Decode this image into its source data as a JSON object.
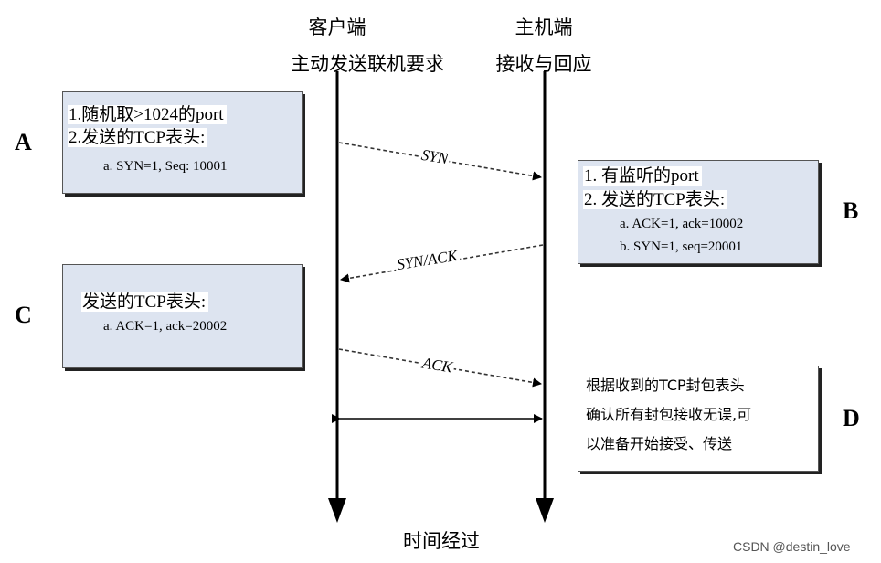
{
  "headers": {
    "client_title": "客户端",
    "client_subtitle": "主动发送联机要求",
    "host_title": "主机端",
    "host_subtitle": "接收与回应"
  },
  "steps": {
    "A": {
      "letter": "A",
      "lines": [
        "1.随机取>1024的port",
        "2.发送的TCP表头:"
      ],
      "detail": [
        "a. SYN=1, Seq: 10001"
      ]
    },
    "B": {
      "letter": "B",
      "lines": [
        "1. 有监听的port",
        "2. 发送的TCP表头:"
      ],
      "detail": [
        "a. ACK=1, ack=10002",
        "b. SYN=1, seq=20001"
      ]
    },
    "C": {
      "letter": "C",
      "lines": [
        "发送的TCP表头:"
      ],
      "detail": [
        "a. ACK=1, ack=20002"
      ]
    },
    "D": {
      "letter": "D",
      "lines": [
        "根据收到的TCP封包表头",
        "确认所有封包接收无误,可",
        "以准备开始接受、传送"
      ]
    }
  },
  "arrows": {
    "syn": "SYN",
    "synack": "SYN/ACK",
    "ack": "ACK"
  },
  "footer": {
    "time_label": "时间经过",
    "watermark": "CSDN @destin_love"
  }
}
